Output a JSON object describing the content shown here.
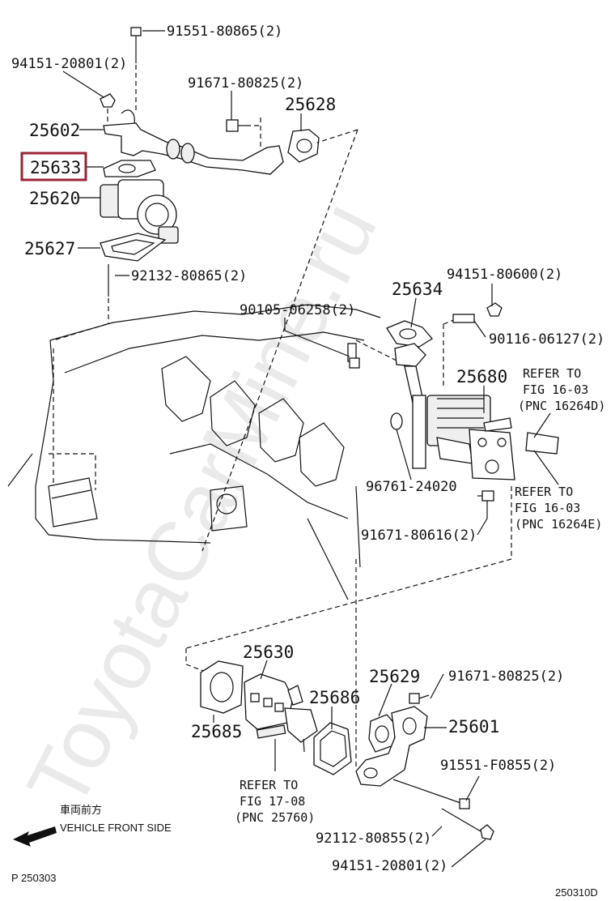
{
  "watermark": "ToyotaCarMine.ru",
  "callouts": {
    "c1": "91551-80865(2)",
    "c2": "94151-20801(2)",
    "c3": "91671-80825(2)",
    "c4": "25628",
    "c5": "25602",
    "c6": "25633",
    "c7": "25620",
    "c8": "25627",
    "c9": "92132-80865(2)",
    "c10": "94151-80600(2)",
    "c11": "25634",
    "c12": "90105-06258(2)",
    "c13": "90116-06127(2)",
    "c14": "25680",
    "c15": "96761-24020",
    "c16": "91671-80616(2)",
    "c17": "25630",
    "c18": "25629",
    "c19": "91671-80825(2)",
    "c20": "25686",
    "c21": "25601",
    "c22": "25685",
    "c23": "91551-F0855(2)",
    "c24": "92112-80855(2)",
    "c25": "94151-20801(2)"
  },
  "highlighted_callout": "25633",
  "highlight_color": "#9b2335",
  "refers": {
    "r1": [
      "REFER TO",
      "FIG 16-03",
      "(PNC 16264D)"
    ],
    "r2": [
      "REFER TO",
      "FIG 16-03",
      "(PNC 16264E)"
    ],
    "r3": [
      "REFER TO",
      "FIG 17-08",
      "(PNC 25760)"
    ]
  },
  "direction": {
    "jp": "車両前方",
    "en": "VEHICLE FRONT SIDE"
  },
  "page_code": "P 250303",
  "figure_code": "250310D"
}
